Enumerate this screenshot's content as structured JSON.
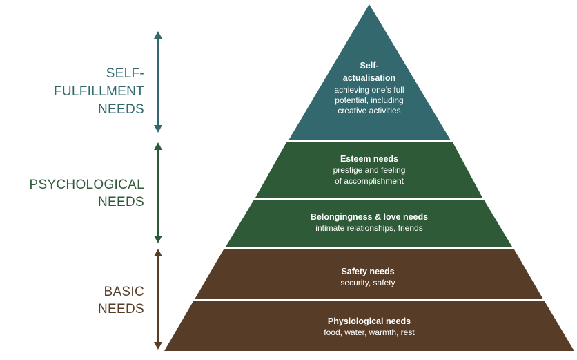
{
  "colors": {
    "self_fulfillment": "#33696e",
    "psychological": "#2e5a38",
    "basic": "#573d28",
    "background": "#ffffff"
  },
  "groups": {
    "self_fulfillment": {
      "line1": "SELF-",
      "line2": "FULFILLMENT",
      "line3": "NEEDS"
    },
    "psychological": {
      "line1": "PSYCHOLOGICAL",
      "line2": "NEEDS"
    },
    "basic": {
      "line1": "BASIC",
      "line2": "NEEDS"
    }
  },
  "tiers": {
    "self_actualisation": {
      "title_line1": "Self-",
      "title_line2": "actualisation",
      "desc_line1": "achieving  one’s full",
      "desc_line2": "potential, including",
      "desc_line3": "creative  activities"
    },
    "esteem": {
      "title": "Esteem needs",
      "desc_line1": "prestige and feeling",
      "desc_line2": "of accomplishment"
    },
    "belonging": {
      "title": "Belongingness & love needs",
      "desc": "intimate relationships, friends"
    },
    "safety": {
      "title": "Safety needs",
      "desc": "security, safety"
    },
    "physiological": {
      "title": "Physiological needs",
      "desc": "food,  water,  warmth,  rest"
    }
  }
}
